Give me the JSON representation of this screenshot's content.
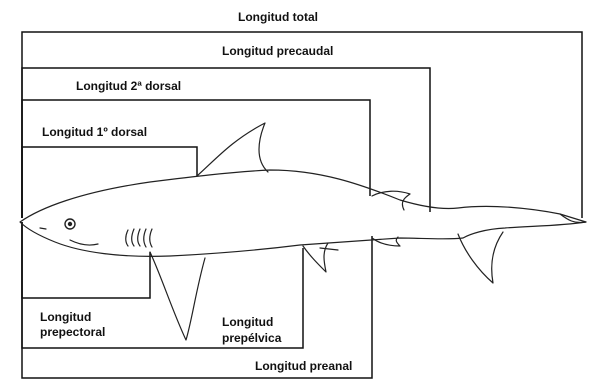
{
  "diagram": {
    "labels": {
      "longitud_total": "Longitud total",
      "longitud_precaudal": "Longitud precaudal",
      "longitud_2_dorsal": "Longitud 2ª dorsal",
      "longitud_1_dorsal": "Longitud 1º dorsal",
      "longitud_prepectoral_1": "Longitud",
      "longitud_prepectoral_2": "prepectoral",
      "longitud_prepelvica_1": "Longitud",
      "longitud_prepelvica_2": "prepélvica",
      "longitud_preanal": "Longitud preanal"
    },
    "subject": "shark-outline"
  }
}
